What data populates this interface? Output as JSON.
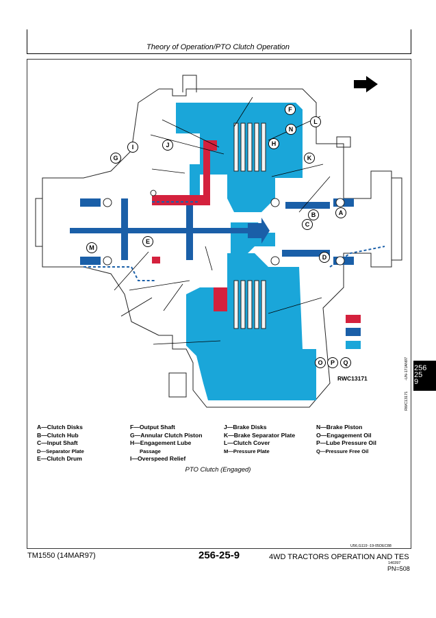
{
  "header": {
    "section_title": "Theory of Operation/PTO Clutch Operation"
  },
  "diagram": {
    "image_code": "RWC13171",
    "callouts": [
      "A",
      "B",
      "C",
      "D",
      "E",
      "F",
      "G",
      "H",
      "I",
      "J",
      "K",
      "L",
      "M",
      "N"
    ],
    "color_key": [
      {
        "letter": "O",
        "color": "#d4213d"
      },
      {
        "letter": "P",
        "color": "#1a5fa8"
      },
      {
        "letter": "Q",
        "color": "#1aa6d9"
      }
    ]
  },
  "legend": {
    "col1": [
      "A—Clutch Disks",
      "B—Clutch Hub",
      "C—Input Shaft",
      "D—Separator Plate",
      "E—Clutch Drum"
    ],
    "col2": [
      "F—Output Shaft",
      "G—Annular Clutch Piston",
      "H—Engagement Lube",
      "Passage",
      "I—Overspeed Relief"
    ],
    "col3": [
      "J—Brake Disks",
      "K—Brake Separator Plate",
      "L—Clutch Cover",
      "M—Pressure Plate"
    ],
    "col4": [
      "N—Brake Piston",
      "O—Engagement Oil",
      "P—Lube Pressure Oil",
      "Q—Pressure Free Oil"
    ]
  },
  "caption": "PTO Clutch (Engaged)",
  "figure_ref": "U56,G119   -19-05DEC88",
  "side": {
    "tab_lines": [
      "256",
      "25",
      "9"
    ],
    "vertical_code_top": "-UN-17JAN97",
    "vertical_code_bottom": "RWC13171"
  },
  "footer": {
    "left": "TM1550 (14MAR97)",
    "center": "256-25-9",
    "right": "4WD TRACTORS OPERATION AND TES",
    "code": "140397",
    "pn": "PN=508"
  },
  "colors": {
    "engagement_oil": "#d4213d",
    "lube_pressure_oil": "#1a5fa8",
    "pressure_free_oil": "#1aa6d9"
  }
}
